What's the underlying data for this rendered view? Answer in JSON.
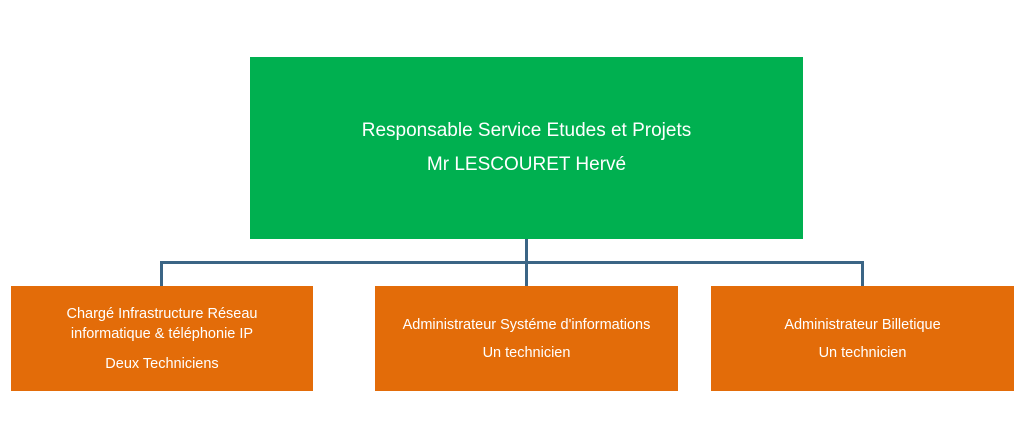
{
  "colors": {
    "top_box": "#00b050",
    "child_box": "#e36c09",
    "connector": "#3b6585",
    "text": "#ffffff"
  },
  "top": {
    "title": "Responsable Service Etudes et Projets",
    "name": "Mr LESCOURET Hervé"
  },
  "children": [
    {
      "title_line1": "Chargé Infrastructure Réseau",
      "title_line2": "informatique & téléphonie IP",
      "subtitle": "Deux Techniciens"
    },
    {
      "title_line1": "Administrateur Systéme d'informations",
      "subtitle": "Un technicien"
    },
    {
      "title_line1": "Administrateur Billetique",
      "subtitle": "Un technicien"
    }
  ]
}
